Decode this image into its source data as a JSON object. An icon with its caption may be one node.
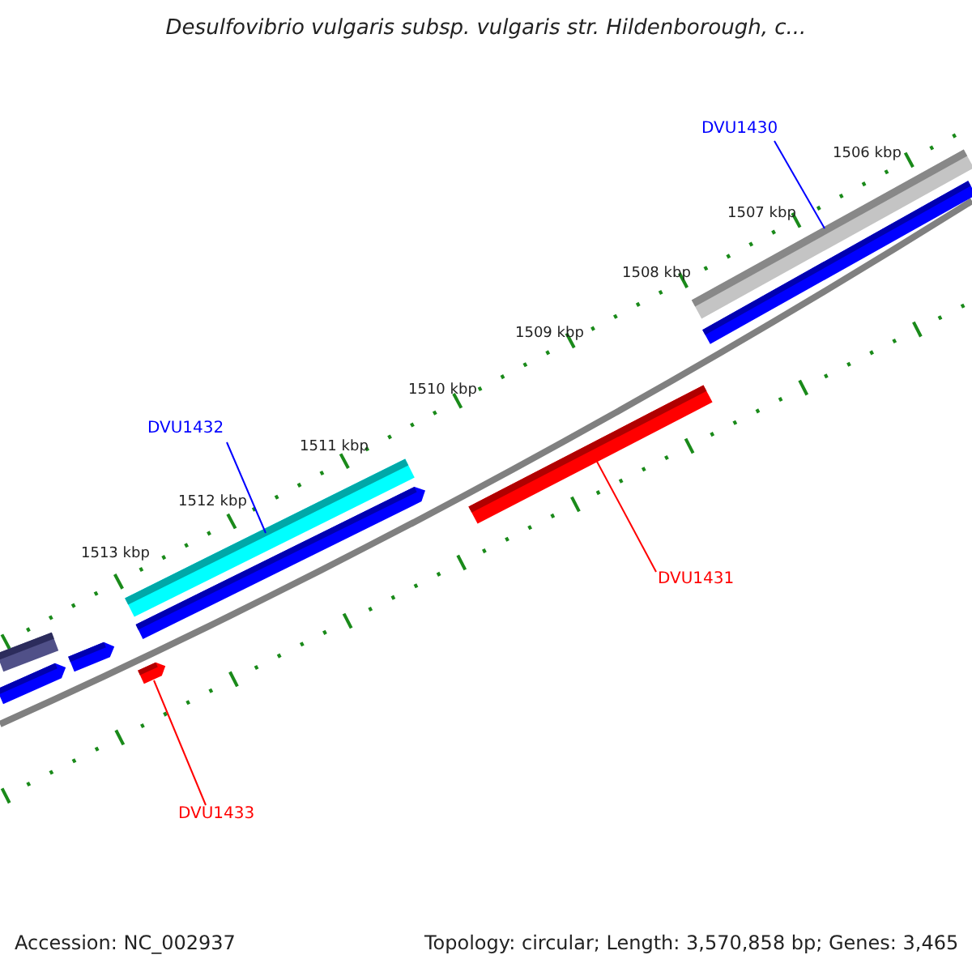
{
  "diagram": {
    "title": "Desulfovibrio vulgaris subsp. vulgaris str. Hildenborough, c...",
    "nodes": [
      {
        "text": [
          "DVU1430"
        ]
      },
      {
        "text": [],
        "shape": "bar"
      },
      {
        "text": [],
        "shape": "bar"
      },
      {
        "text": [
          "DVU1432"
        ]
      },
      {
        "text": [],
        "shape": "bar"
      },
      {
        "text": [],
        "shape": "bar"
      },
      {
        "text": [],
        "shape": "bar"
      },
      {
        "text": [
          "DVU1431"
        ]
      },
      {
        "text": [],
        "shape": "bar"
      },
      {
        "text": [],
        "shape": "bar"
      },
      {
        "text": [],
        "shape": "bar"
      },
      {
        "text": [],
        "shape": "bar"
      },
      {
        "text": [
          "DVU1433"
        ]
      }
    ],
    "edges": [
      {
        "from": 0,
        "to": 1,
        "arrow": "none",
        "color": "#0000ff"
      },
      {
        "from": 3,
        "to": 4,
        "arrow": "none",
        "color": "#0000ff"
      },
      {
        "from": 7,
        "to": 6,
        "arrow": "none",
        "color": "#ff0000"
      },
      {
        "from": 12,
        "to": 11,
        "arrow": "none",
        "color": "#ff0000"
      }
    ],
    "labels": [
      "1506 kbp",
      "1507 kbp",
      "1508 kbp",
      "1509 kbp",
      "1510 kbp",
      "1511 kbp",
      "1512 kbp",
      "1513 kbp",
      "Accession: NC_002937",
      "Topology: circular; Length: 3,570,858 bp; Genes: 3,465"
    ]
  }
}
